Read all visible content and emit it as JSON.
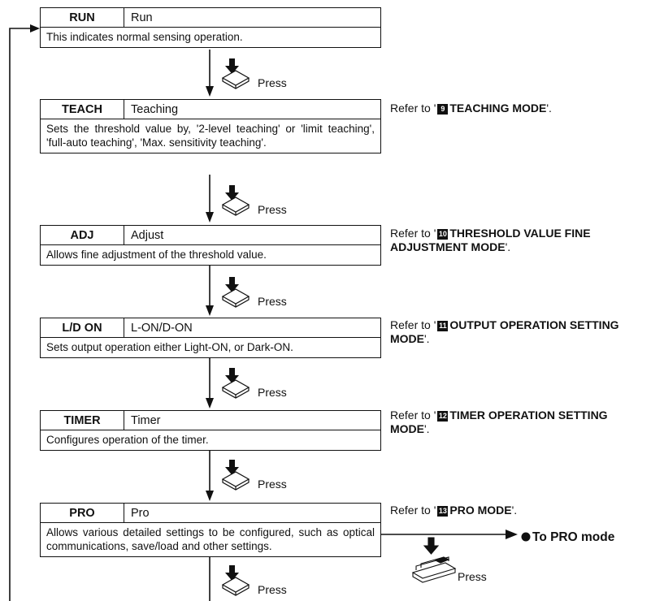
{
  "modes": [
    {
      "code": "RUN",
      "name": "Run",
      "desc": "This indicates normal sensing operation."
    },
    {
      "code": "TEACH",
      "name": "Teaching",
      "desc": "Sets the threshold value by, '2-level teaching' or 'limit teaching', 'full-auto teaching', 'Max. sensitivity teaching'."
    },
    {
      "code": "ADJ",
      "name": "Adjust",
      "desc": "Allows fine adjustment of the threshold value."
    },
    {
      "code": "L/D ON",
      "name": "L-ON/D-ON",
      "desc": "Sets output operation either Light-ON, or Dark-ON."
    },
    {
      "code": "TIMER",
      "name": "Timer",
      "desc": "Configures operation of the timer."
    },
    {
      "code": "PRO",
      "name": "Pro",
      "desc": "Allows various detailed settings to be configured, such as optical communications, save/load and other settings."
    }
  ],
  "refs": [
    {
      "prefix": "Refer to '",
      "num": "9",
      "title": "TEACHING MODE",
      "suffix": "'."
    },
    {
      "prefix": "Refer to '",
      "num": "10",
      "title": "THRESHOLD VALUE FINE ADJUSTMENT MODE",
      "suffix": "'."
    },
    {
      "prefix": "Refer to '",
      "num": "11",
      "title": "OUTPUT OPERATION SETTING MODE",
      "suffix": "'."
    },
    {
      "prefix": "Refer to '",
      "num": "12",
      "title": "TIMER OPERATION SETTING MODE",
      "suffix": "'."
    },
    {
      "prefix": "Refer to '",
      "num": "13",
      "title": "PRO MODE",
      "suffix": "'."
    }
  ],
  "press_label": "Press",
  "to_pro_label": "To PRO mode",
  "icons": {
    "button": "press-button-icon",
    "switch": "press-switch-icon"
  }
}
